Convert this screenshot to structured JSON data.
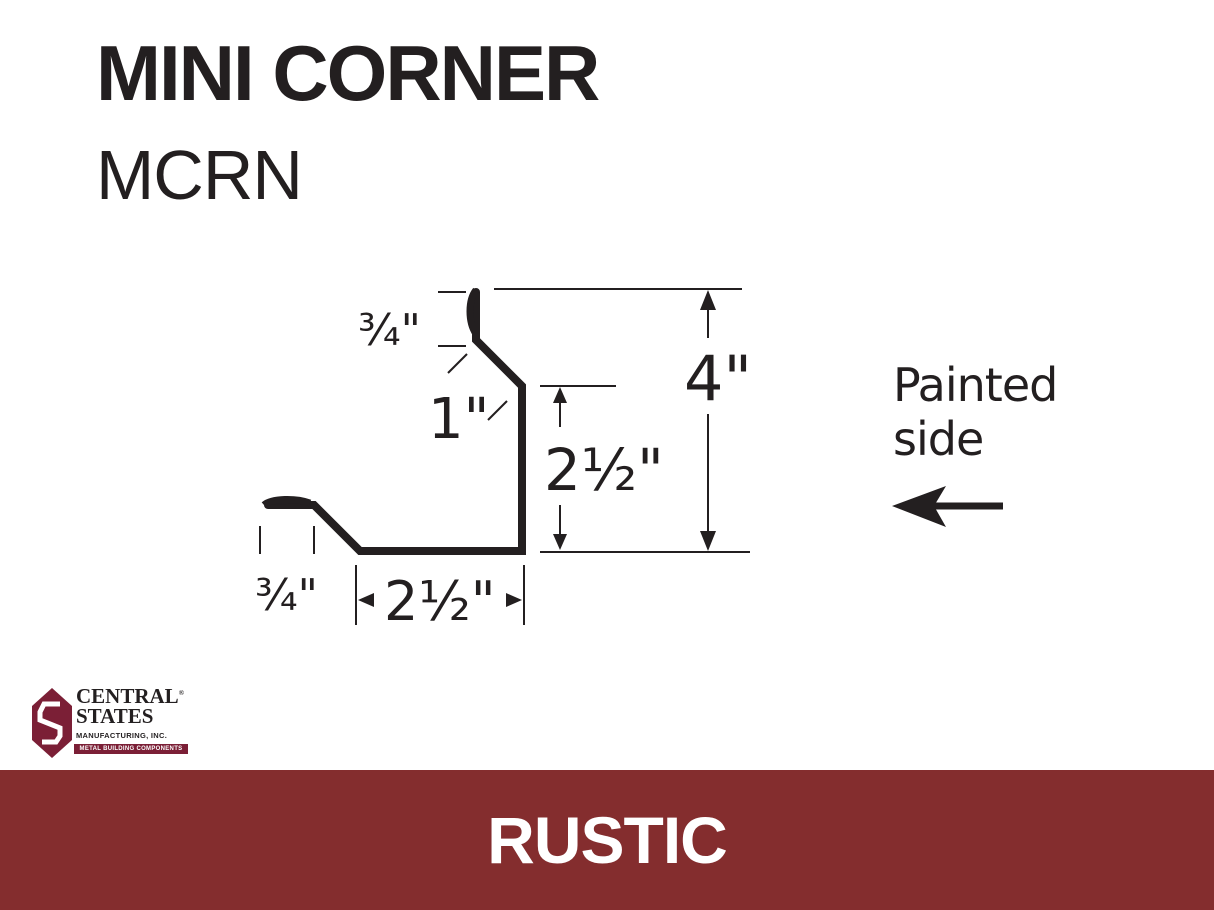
{
  "header": {
    "title": "MINI CORNER",
    "product_code": "MCRN"
  },
  "diagram": {
    "dimensions": {
      "top_lip": "¾\"",
      "diagonal_top": "1\"",
      "inner_height": "2½\"",
      "overall_height": "4\"",
      "bottom_lip": "¾\"",
      "bottom_width": "2½\""
    },
    "painted_side": {
      "line1": "Painted",
      "line2": "side",
      "arrow_icon": "arrow-left-icon"
    }
  },
  "logo": {
    "name_line1": "CENTRAL",
    "name_line2": "STATES",
    "registered_mark": "®",
    "subtitle": "MANUFACTURING, INC.",
    "tagline": "METAL BUILDING COMPONENTS",
    "brand_color": "#7b1f36"
  },
  "banner": {
    "label": "RUSTIC",
    "color": "#842d2e"
  }
}
